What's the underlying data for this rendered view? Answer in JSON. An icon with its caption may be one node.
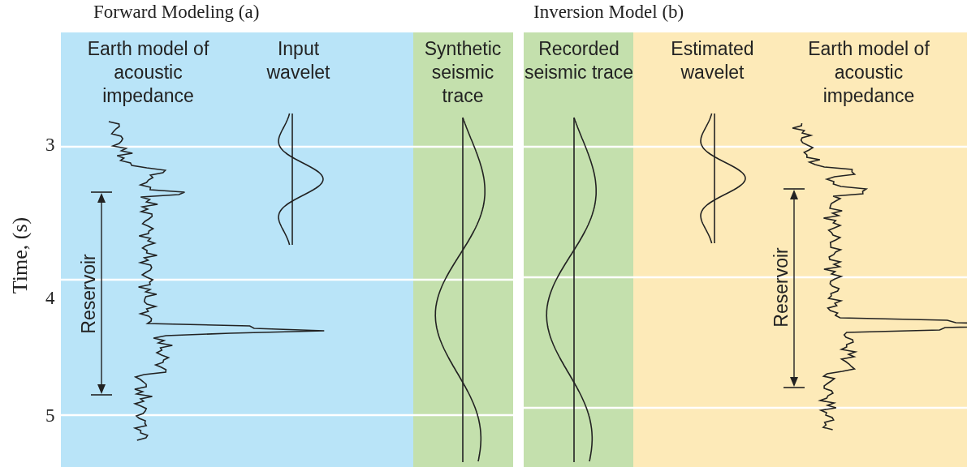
{
  "diagram": {
    "labels": [
      "Forward Modeling (a)",
      "Inversion Model (b)",
      "Earth model of acoustic impedance",
      "Input wavelet",
      "Synthetic seismic trace",
      "Recorded seismic trace",
      "Estimated wavelet",
      "Earth model of acoustic impedance",
      "3",
      "Reservoir",
      "4",
      "Reservoir",
      "5",
      "Time, (s)"
    ]
  }
}
